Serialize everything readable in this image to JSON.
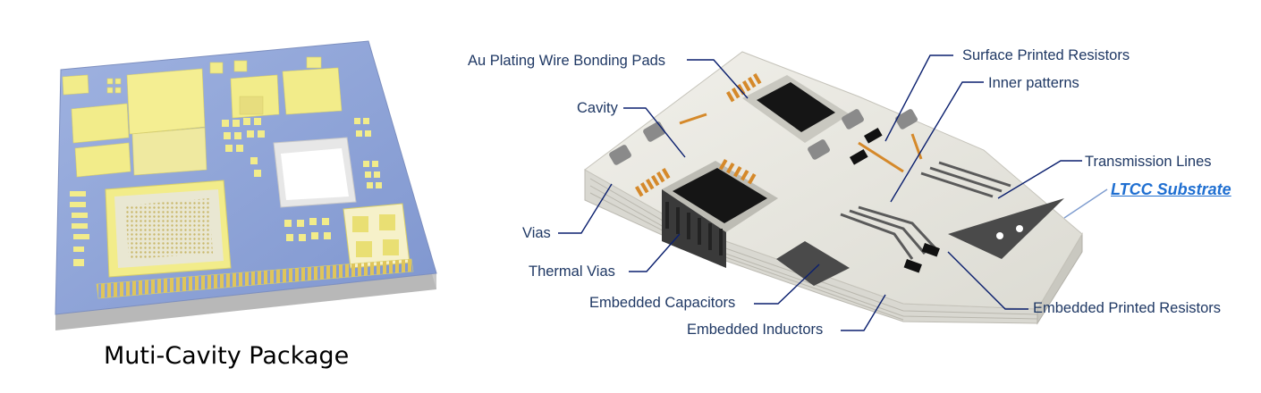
{
  "left_figure": {
    "caption": "Muti-Cavity Package"
  },
  "right_figure": {
    "substrate_label": "LTCC Substrate",
    "callouts": {
      "au_pads": "Au Plating Wire Bonding Pads",
      "cavity": "Cavity",
      "vias": "Vias",
      "thermal_vias": "Thermal Vias",
      "embedded_capacitors": "Embedded Capacitors",
      "embedded_inductors": "Embedded Inductors",
      "surface_resistors": "Surface Printed Resistors",
      "inner_patterns": "Inner patterns",
      "transmission_lines": "Transmission Lines",
      "embedded_resistors": "Embedded Printed Resistors"
    }
  },
  "colors": {
    "substrate_blue": "#8fa6d8",
    "gold_pad": "#f2ec8a",
    "ceramic": "#e9e8e2",
    "callout_text": "#1f3864",
    "callout_line": "#0a1f6e",
    "ltcc_label": "#1f6fd1"
  }
}
